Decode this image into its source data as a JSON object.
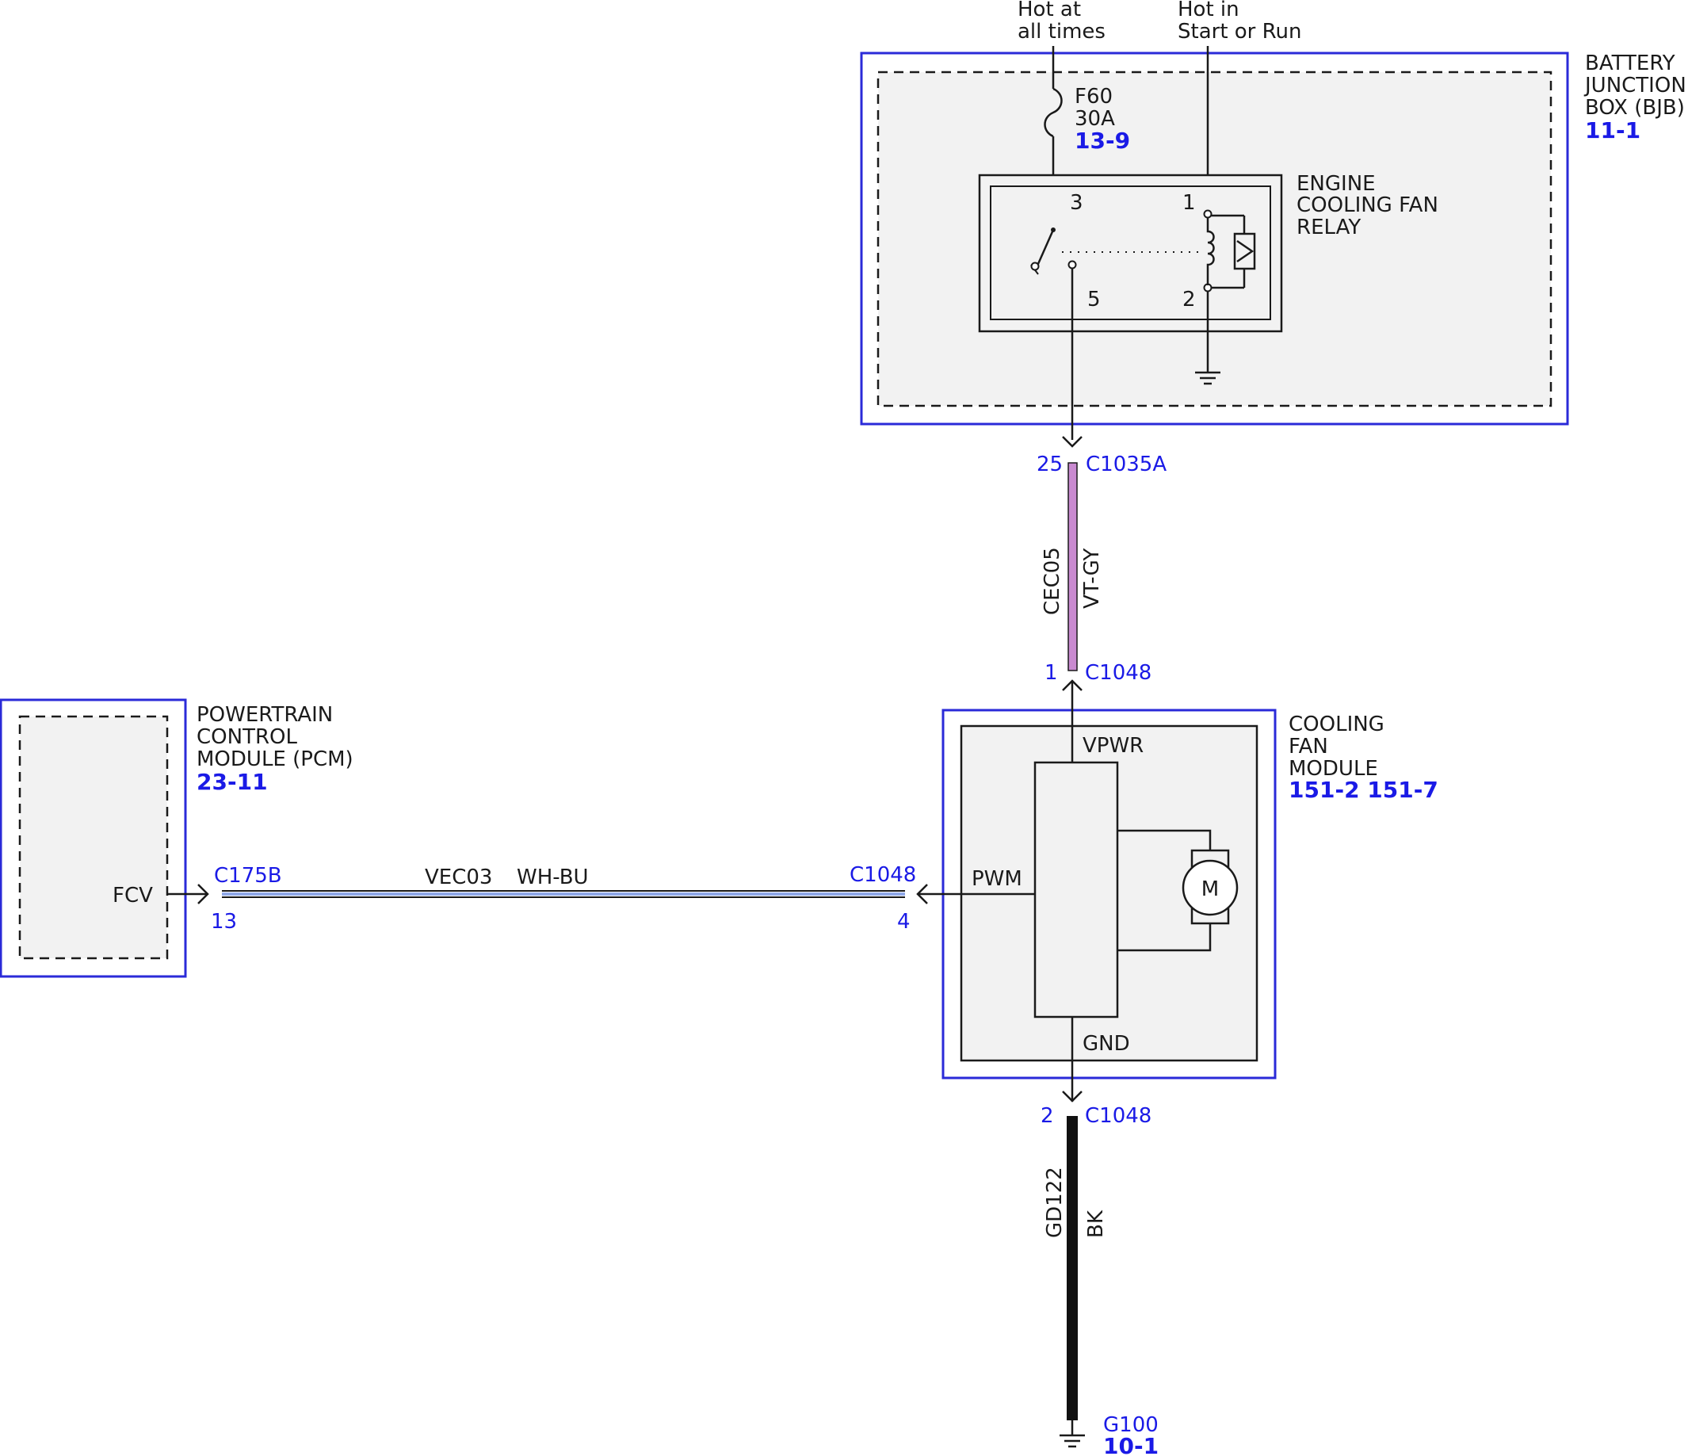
{
  "supply": {
    "hot_at_all_times_1": "Hot at",
    "hot_at_all_times_2": "all times",
    "hot_in_start_1": "Hot in",
    "hot_in_start_2": "Start or Run"
  },
  "bjb": {
    "name_1": "BATTERY",
    "name_2": "JUNCTION",
    "name_3": "BOX (BJB)",
    "ref": "11-1",
    "fuse_name": "F60",
    "fuse_rating": "30A",
    "fuse_ref": "13-9"
  },
  "relay": {
    "name_1": "ENGINE",
    "name_2": "COOLING FAN",
    "name_3": "RELAY",
    "pin_3": "3",
    "pin_1": "1",
    "pin_5": "5",
    "pin_2": "2"
  },
  "wire_upper": {
    "pin_top": "25",
    "conn_top": "C1035A",
    "circuit": "CEC05",
    "color": "VT-GY",
    "pin_bottom": "1",
    "conn_bottom": "C1048",
    "fill_color": "#c98ad0"
  },
  "cooling_fan_module": {
    "name_1": "COOLING",
    "name_2": "FAN",
    "name_3": "MODULE",
    "ref": "151-2 151-7",
    "vpwr": "VPWR",
    "pwm": "PWM",
    "gnd": "GND",
    "motor": "M"
  },
  "pcm": {
    "name_1": "POWERTRAIN",
    "name_2": "CONTROL",
    "name_3": "MODULE (PCM)",
    "ref": "23-11",
    "fcv": "FCV"
  },
  "wire_signal": {
    "conn_left": "C175B",
    "pin_left": "13",
    "circuit": "VEC03",
    "color": "WH-BU",
    "conn_right": "C1048",
    "pin_right": "4"
  },
  "wire_ground": {
    "pin": "2",
    "conn": "C1048",
    "circuit": "GD122",
    "color": "BK",
    "ground_name": "G100",
    "ground_ref": "10-1"
  },
  "colors": {
    "outline_blue": "#2a2ad8",
    "text_blue": "#1a1ae6",
    "signal_wire": "#8fa8e8"
  }
}
